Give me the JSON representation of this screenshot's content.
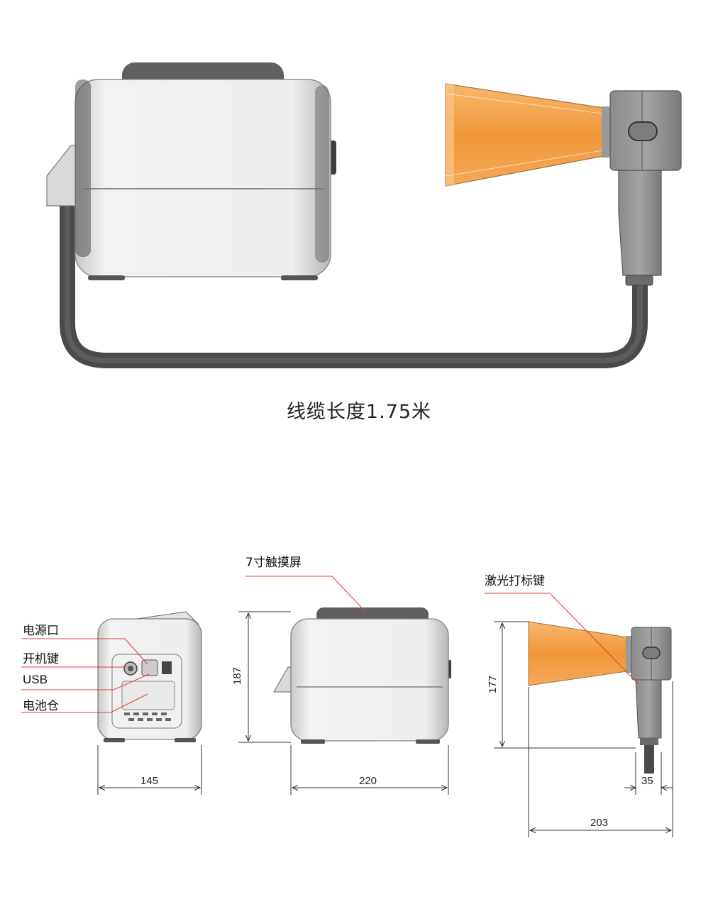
{
  "top": {
    "caption": "线缆长度1.75米"
  },
  "callouts": {
    "touchscreen": "7寸触摸屏",
    "laser_key": "激光打标键",
    "power_port": "电源口",
    "power_key": "开机键",
    "usb": "USB",
    "battery": "电池仓"
  },
  "dimensions": {
    "side_width": "145",
    "front_width": "220",
    "front_height": "187",
    "gun_height": "177",
    "gun_handle": "35",
    "gun_length": "203"
  },
  "colors": {
    "cone": "#f39a3c",
    "body": "#e4e4e4",
    "dark": "#5b5b5b",
    "leader": "#e0403a"
  }
}
